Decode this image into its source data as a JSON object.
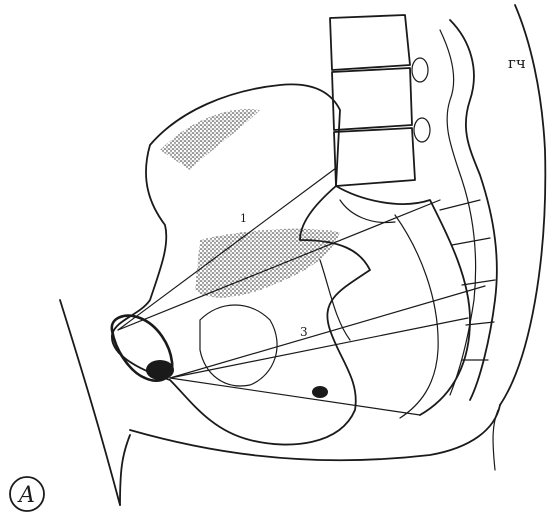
{
  "figure": {
    "panel_label": "A",
    "corner_mark": "гч",
    "region_number_1": "1",
    "region_number_3": "3",
    "ink_color": "#1a1a1a",
    "shade_color": "#3a3a3a",
    "background": "#ffffff"
  }
}
